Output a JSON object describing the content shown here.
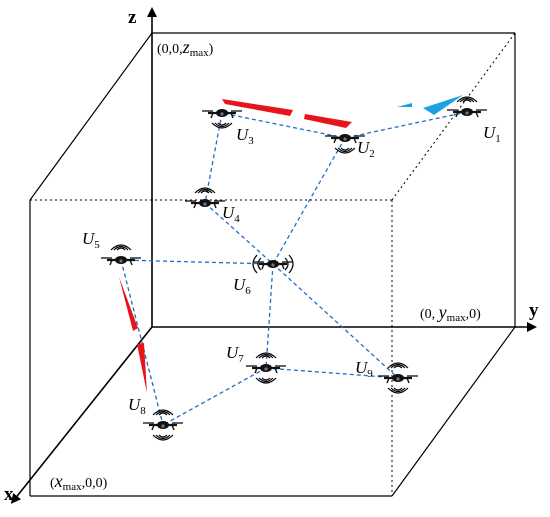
{
  "axes": {
    "x_label": "x",
    "y_label": "y",
    "z_label": "z"
  },
  "corners": {
    "zmax": {
      "open": "(0,0,",
      "var": "z",
      "sub": "max",
      "close": ")"
    },
    "ymax": {
      "open": "(0, ",
      "var": "y",
      "sub": "max",
      "close": ",0)"
    },
    "xmax": {
      "open": "(",
      "var": "x",
      "sub": "max",
      "close": ",0,0)"
    }
  },
  "uavs": [
    {
      "id": "U1",
      "letter": "U",
      "index": "1"
    },
    {
      "id": "U2",
      "letter": "U",
      "index": "2"
    },
    {
      "id": "U3",
      "letter": "U",
      "index": "3"
    },
    {
      "id": "U4",
      "letter": "U",
      "index": "4"
    },
    {
      "id": "U5",
      "letter": "U",
      "index": "5"
    },
    {
      "id": "U6",
      "letter": "U",
      "index": "6"
    },
    {
      "id": "U7",
      "letter": "U",
      "index": "7"
    },
    {
      "id": "U8",
      "letter": "U",
      "index": "8"
    },
    {
      "id": "U9",
      "letter": "U",
      "index": "9"
    }
  ],
  "links": [
    [
      "U1",
      "U2"
    ],
    [
      "U2",
      "U3"
    ],
    [
      "U3",
      "U4"
    ],
    [
      "U2",
      "U6"
    ],
    [
      "U4",
      "U6"
    ],
    [
      "U5",
      "U6"
    ],
    [
      "U6",
      "U7"
    ],
    [
      "U6",
      "U9"
    ],
    [
      "U7",
      "U8"
    ],
    [
      "U7",
      "U9"
    ],
    [
      "U5",
      "U8"
    ]
  ],
  "colors": {
    "link": "#1f6fc4",
    "beam_red": "#e8141c",
    "beam_blue": "#1aa3e0",
    "box": "#000000"
  }
}
